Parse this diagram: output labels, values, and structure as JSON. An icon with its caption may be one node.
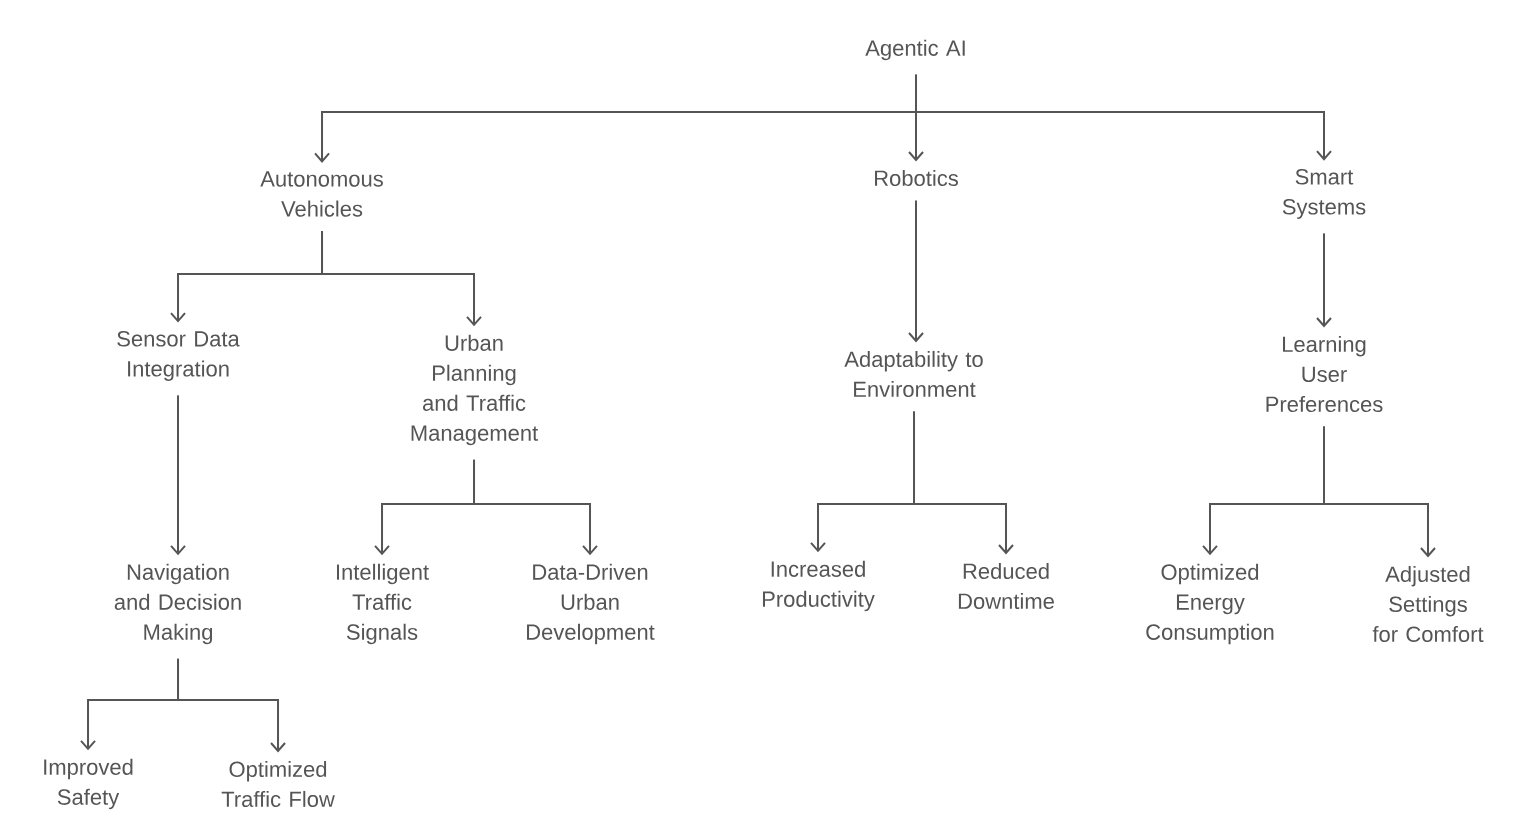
{
  "diagram": {
    "nodes": [
      {
        "text": [
          "Agentic AI"
        ]
      },
      {
        "text": [
          "Autonomous Vehicles"
        ]
      },
      {
        "text": [
          "Robotics"
        ]
      },
      {
        "text": [
          "Smart Systems"
        ]
      },
      {
        "text": [
          "Sensor Data Integration"
        ]
      },
      {
        "text": [
          "Urban Planning and Traffic Management"
        ]
      },
      {
        "text": [
          "Adaptability to Environment"
        ]
      },
      {
        "text": [
          "Learning User Preferences"
        ]
      },
      {
        "text": [
          "Navigation and Decision Making"
        ]
      },
      {
        "text": [
          "Intelligent Traffic Signals"
        ]
      },
      {
        "text": [
          "Data-Driven Urban Development"
        ]
      },
      {
        "text": [
          "Increased Productivity"
        ]
      },
      {
        "text": [
          "Reduced Downtime"
        ]
      },
      {
        "text": [
          "Optimized Energy Consumption"
        ]
      },
      {
        "text": [
          "Adjusted Settings for Comfort"
        ]
      },
      {
        "text": [
          "Improved Safety"
        ]
      },
      {
        "text": [
          "Optimized Traffic Flow"
        ]
      }
    ],
    "edges": [
      {
        "from": 0,
        "to": 1,
        "arrow": "to"
      },
      {
        "from": 0,
        "to": 2,
        "arrow": "to"
      },
      {
        "from": 0,
        "to": 3,
        "arrow": "to"
      },
      {
        "from": 1,
        "to": 4,
        "arrow": "to"
      },
      {
        "from": 1,
        "to": 5,
        "arrow": "to"
      },
      {
        "from": 2,
        "to": 6,
        "arrow": "to"
      },
      {
        "from": 3,
        "to": 7,
        "arrow": "to"
      },
      {
        "from": 4,
        "to": 8,
        "arrow": "to"
      },
      {
        "from": 5,
        "to": 9,
        "arrow": "to"
      },
      {
        "from": 5,
        "to": 10,
        "arrow": "to"
      },
      {
        "from": 6,
        "to": 11,
        "arrow": "to"
      },
      {
        "from": 6,
        "to": 12,
        "arrow": "to"
      },
      {
        "from": 7,
        "to": 13,
        "arrow": "to"
      },
      {
        "from": 7,
        "to": 14,
        "arrow": "to"
      },
      {
        "from": 8,
        "to": 15,
        "arrow": "to"
      },
      {
        "from": 8,
        "to": 16,
        "arrow": "to"
      }
    ]
  }
}
